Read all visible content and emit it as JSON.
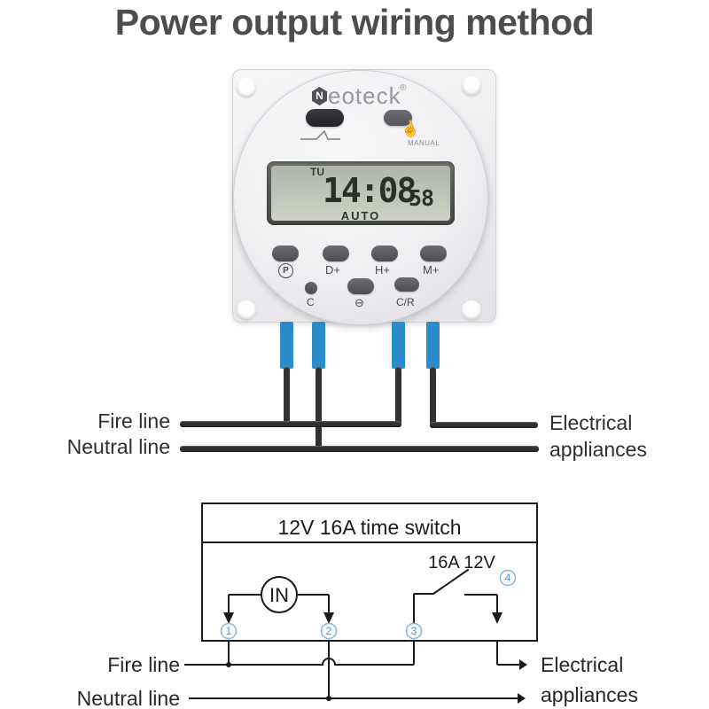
{
  "title": "Power output wiring method",
  "device": {
    "logo": {
      "n": "N",
      "rest": "eoteck",
      "reg": "®"
    },
    "manual_label": "MANUAL",
    "icons": {
      "manual_hand": "☝"
    },
    "lcd": {
      "day": "TU",
      "time": "14:08",
      "seconds": "58",
      "mode": "AUTO"
    },
    "buttons_row1": [
      "P",
      "D+",
      "H+",
      "M+"
    ],
    "buttons_row2": [
      "C",
      "⊖",
      "C/R"
    ]
  },
  "wiring": {
    "fire_label": "Fire line",
    "neutral_label": "Neutral line",
    "appliances_line1": "Electrical",
    "appliances_line2": "appliances"
  },
  "schematic": {
    "box_title": "12V 16A time switch",
    "in_label": "IN",
    "switch_rating": "16A 12V",
    "terminals": [
      "1",
      "2",
      "3",
      "4"
    ],
    "fire_label": "Fire line",
    "neutral_label": "Neutral line",
    "appliances_line1": "Electrical",
    "appliances_line2": "appliances"
  },
  "colors": {
    "accent_blue": "#5b9bd5",
    "connector_blue": "#2a8ccb",
    "wire_dark": "#303030",
    "title_gray": "#4d4d4d"
  }
}
